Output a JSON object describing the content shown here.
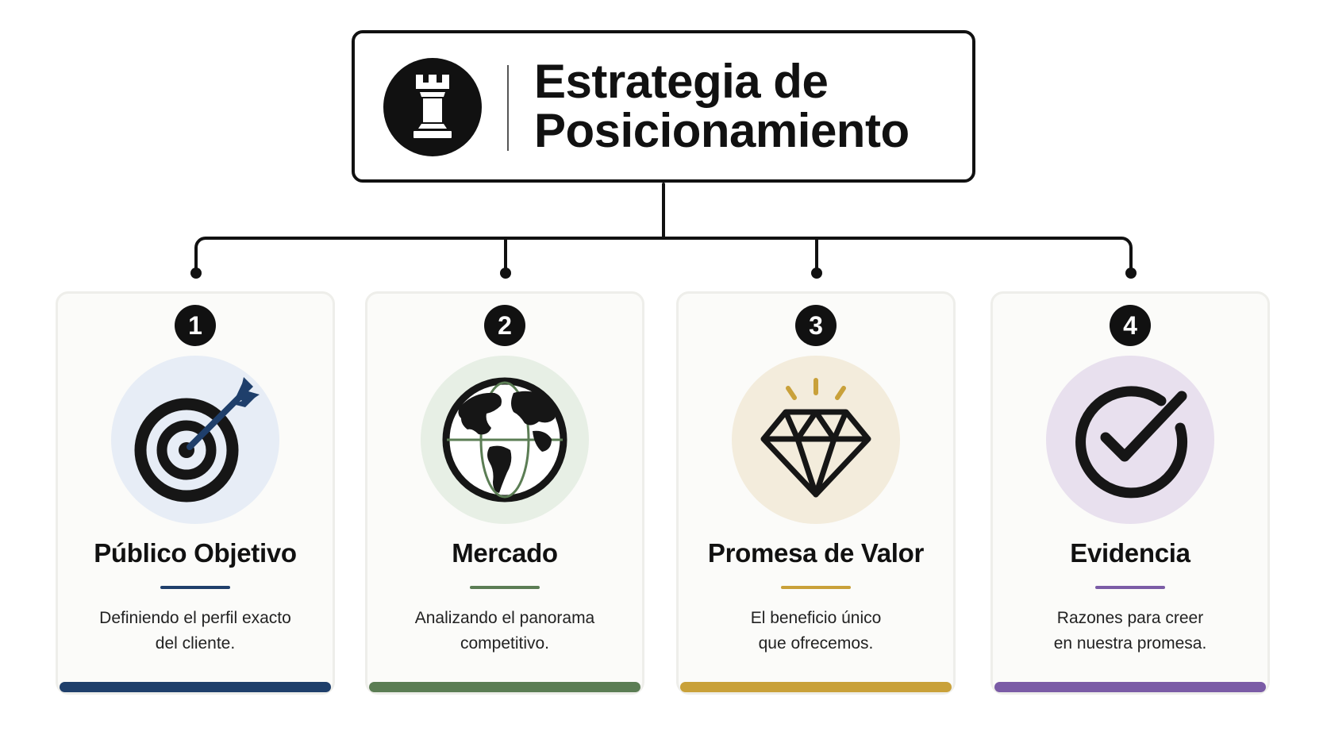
{
  "title": {
    "line1": "Estrategia de",
    "line2": "Posicionamiento",
    "icon": "chess-rook-icon"
  },
  "cards": [
    {
      "number": "1",
      "title": "Público Objetivo",
      "desc_line1": "Definiendo el perfil exacto",
      "desc_line2": "del cliente.",
      "icon": "target-arrow-icon",
      "accent": "#1f3f6b",
      "circle_bg": "#e7edf6"
    },
    {
      "number": "2",
      "title": "Mercado",
      "desc_line1": "Analizando el panorama",
      "desc_line2": "competitivo.",
      "icon": "globe-icon",
      "accent": "#5b7d54",
      "circle_bg": "#e7efe5"
    },
    {
      "number": "3",
      "title": "Promesa de Valor",
      "desc_line1": "El beneficio único",
      "desc_line2": "que ofrecemos.",
      "icon": "diamond-icon",
      "accent": "#c9a13a",
      "circle_bg": "#f3ecdc"
    },
    {
      "number": "4",
      "title": "Evidencia",
      "desc_line1": "Razones para creer",
      "desc_line2": "en nuestra promesa.",
      "icon": "check-circle-icon",
      "accent": "#7b5ca6",
      "circle_bg": "#e8e0ee"
    }
  ]
}
